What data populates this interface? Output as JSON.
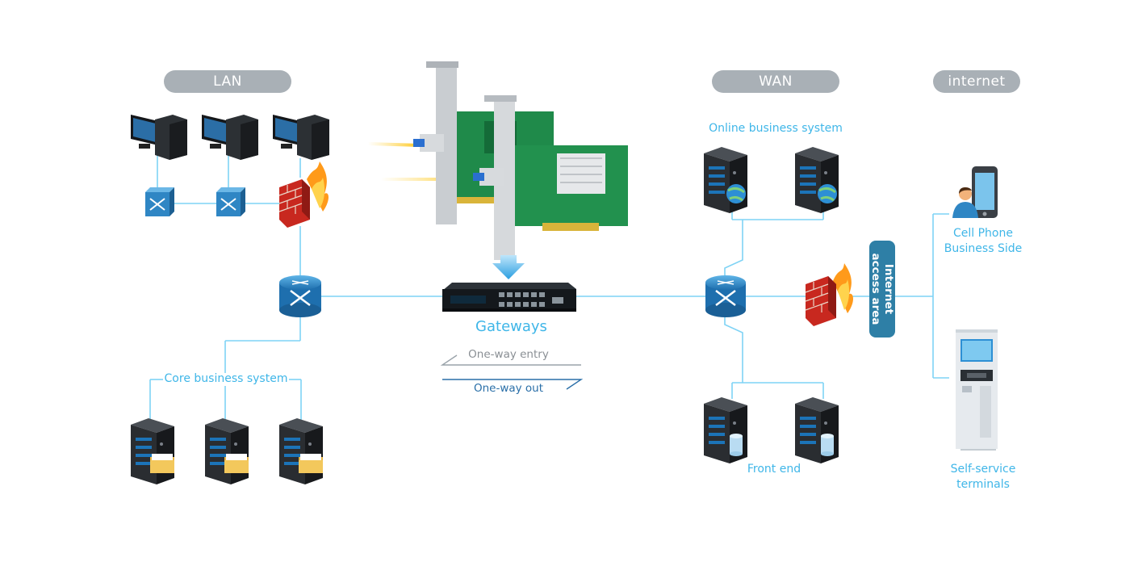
{
  "zones": {
    "lan": "LAN",
    "wan": "WAN",
    "internet": "internet"
  },
  "labels": {
    "online_business_system": "Online business system",
    "core_business_system": "Core business system",
    "gateways": "Gateways",
    "one_way_entry": "One-way entry",
    "one_way_out": "One-way out",
    "front_end": "Front end",
    "internet_access_area_line1": "Internet",
    "internet_access_area_line2": "access area",
    "cell_phone_line1": "Cell Phone",
    "cell_phone_line2": "Business Side",
    "self_service_line1": "Self-service",
    "self_service_line2": "terminals"
  },
  "colors": {
    "line": "#7fd3f5",
    "accent": "#3fb6e8",
    "pill": "#a9b0b6",
    "access_area": "#2e7fa6",
    "switch": "#2f86c4",
    "firewall": "#d8302a",
    "server": "#2a2d31"
  },
  "icons": {
    "workstation": "desktop-computer-icon",
    "switch": "network-switch-icon",
    "router": "router-icon",
    "firewall": "firewall-icon",
    "server": "server-icon",
    "globe": "globe-icon",
    "folder": "folder-icon",
    "database": "database-icon",
    "phone_user": "mobile-user-icon",
    "kiosk": "kiosk-terminal-icon",
    "gateway": "rack-gateway-icon",
    "nic": "network-interface-card-icon"
  }
}
